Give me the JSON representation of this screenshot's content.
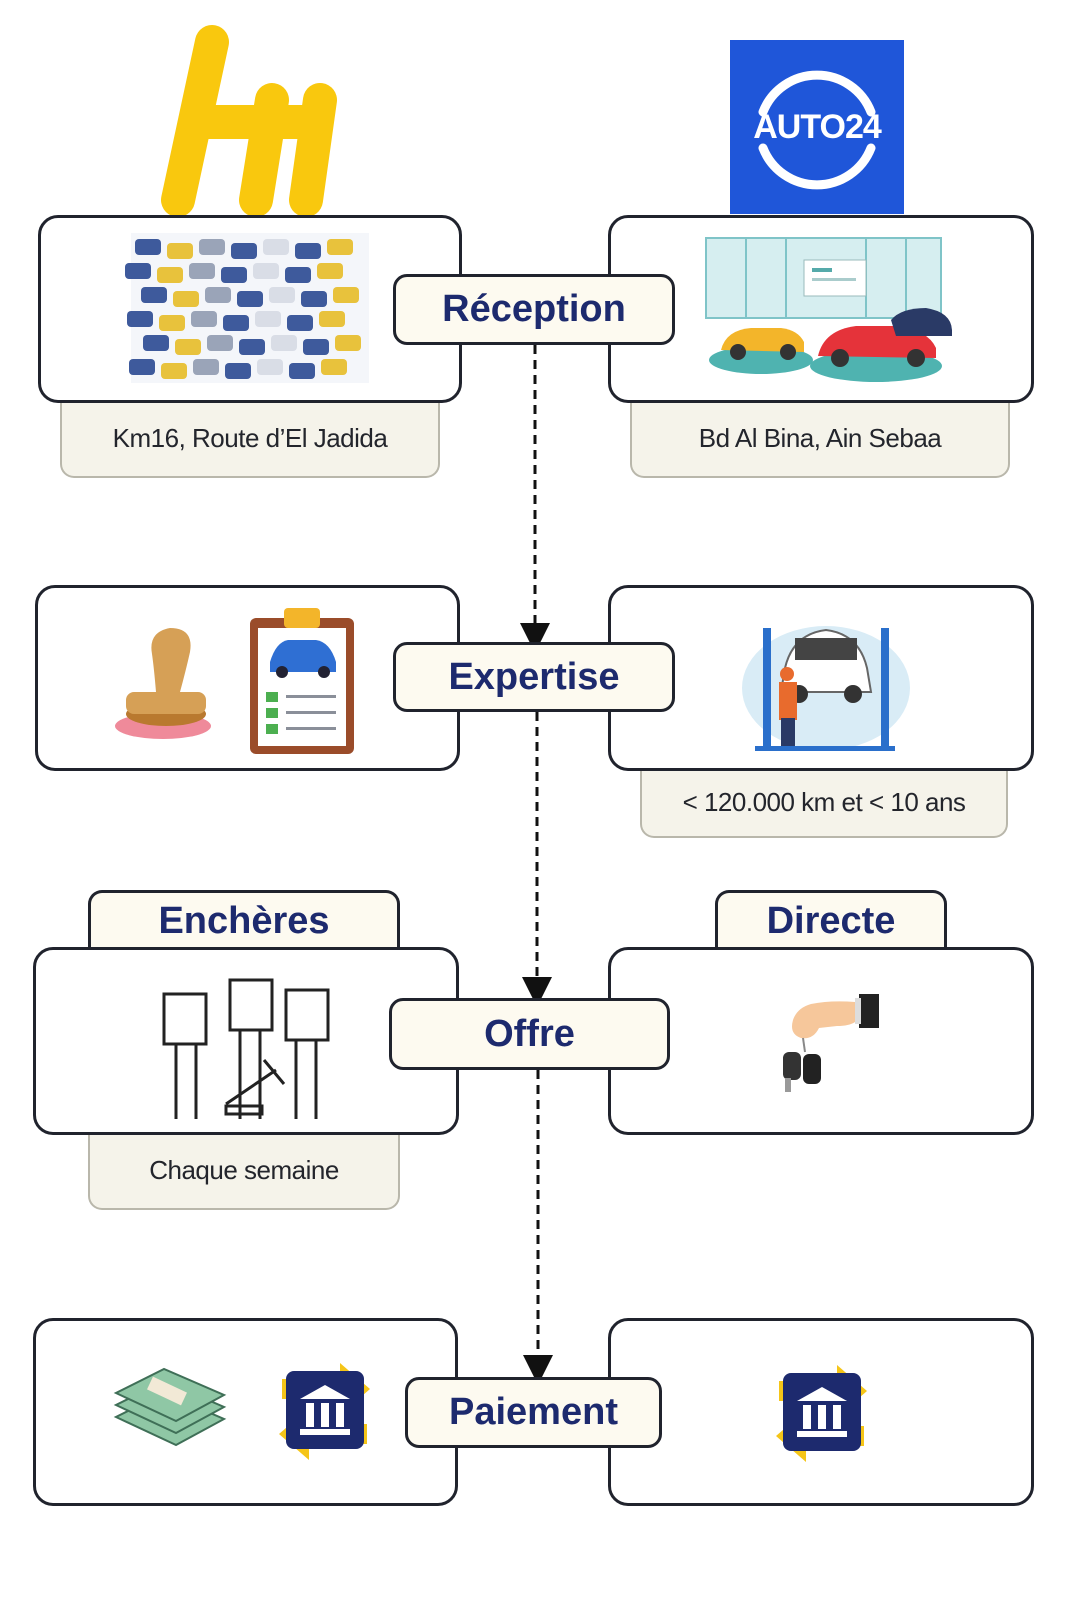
{
  "brands": {
    "left_logo": {
      "icon": "yellow-hh-logo-icon",
      "color": "#f9c80e"
    },
    "right_logo": {
      "text": "AUTO24",
      "color": "#1f56d9"
    }
  },
  "steps": {
    "reception": "Réception",
    "expertise": "Expertise",
    "offre": "Offre",
    "paiement": "Paiement"
  },
  "tags": {
    "left_location": "Km16, Route d’El Jadida",
    "right_location": "Bd Al Bina, Ain Sebaa",
    "right_condition": "< 120.000 km et < 10 ans",
    "auction_frequency": "Chaque semaine"
  },
  "tabs": {
    "auction": "Enchères",
    "direct": "Directe"
  },
  "icons": {
    "reception_left": "car-lot-icon",
    "reception_right": "car-showroom-icon",
    "expertise_left": [
      "stamp-icon",
      "clipboard-checklist-icon"
    ],
    "expertise_right": "car-lift-mechanic-icon",
    "offer_left": "auction-bidding-icon",
    "offer_right": "hand-car-keys-icon",
    "payment_left": [
      "cash-stack-icon",
      "bank-transfer-icon"
    ],
    "payment_right": "bank-transfer-icon"
  },
  "colors": {
    "step_text": "#1d2a6e",
    "border": "#20232d",
    "tag_bg": "#f5f3ea",
    "accent_yellow": "#f5c518"
  }
}
